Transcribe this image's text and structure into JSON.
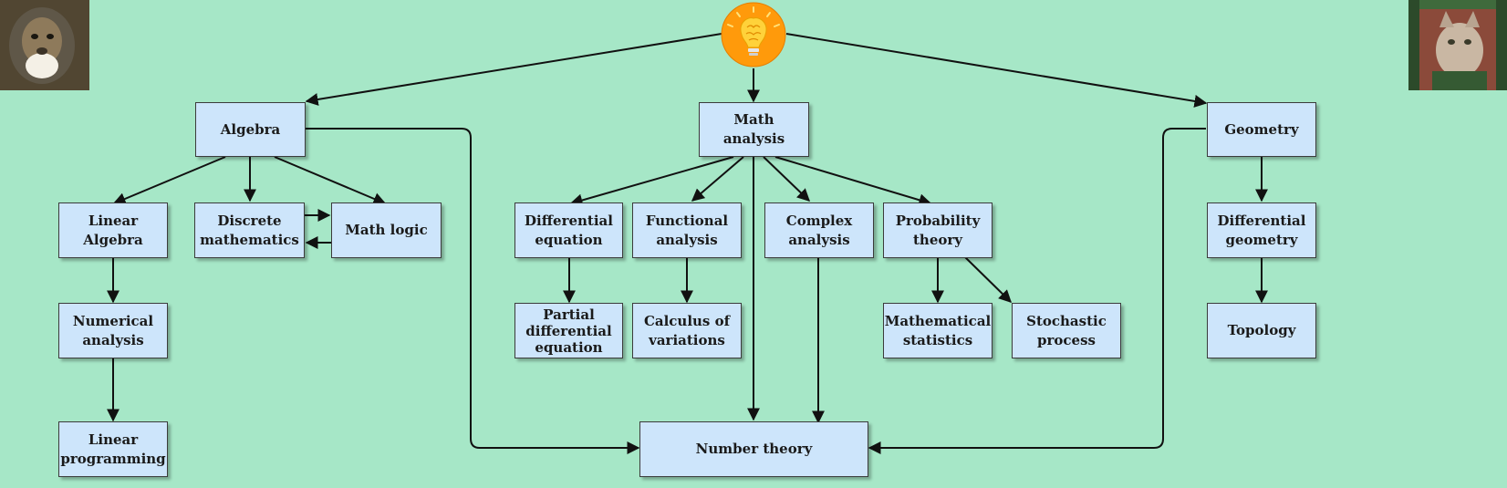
{
  "diagram": {
    "root_icon": "lightbulb-brain-icon",
    "photos": {
      "left": "monkey-photo",
      "right": "cat-photo"
    },
    "nodes": {
      "algebra": "Algebra",
      "math_analysis": "Math analysis",
      "geometry": "Geometry",
      "linear_algebra": "Linear Algebra",
      "discrete_math": "Discrete\nmathematics",
      "math_logic": "Math logic",
      "differential_equation": "Differential\nequation",
      "functional_analysis": "Functional\nanalysis",
      "complex_analysis": "Complex\nanalysis",
      "probability_theory": "Probability\ntheory",
      "differential_geometry": "Differential\ngeometry",
      "numerical_analysis": "Numerical\nanalysis",
      "pde": "Partial\ndifferential\nequation",
      "calculus_of_variations": "Calculus of\nvariations",
      "mathematical_statistics": "Mathematical\nstatistics",
      "stochastic_process": "Stochastic\nprocess",
      "topology": "Topology",
      "linear_programming": "Linear\nprogramming",
      "number_theory": "Number theory"
    },
    "colors": {
      "background": "#a6e7c7",
      "node_fill": "#cde5fb",
      "node_border": "#3b3b3b",
      "bulb": "#ff9a0b"
    }
  }
}
